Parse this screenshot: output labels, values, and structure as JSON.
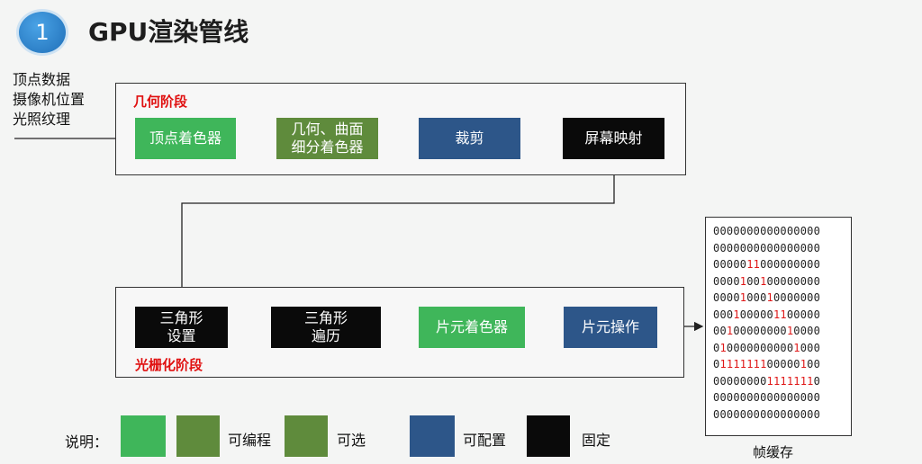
{
  "header": {
    "badge_number": "1",
    "title": "GPU渲染管线"
  },
  "inputs": [
    "顶点数据",
    "摄像机位置",
    "光照纹理"
  ],
  "geometry_stage": {
    "label": "几何阶段",
    "nodes": [
      {
        "label": "顶点着色器",
        "kind": "可编程",
        "color": "#3fb65a"
      },
      {
        "label": "几何、曲面 细分着色器",
        "line1": "几何、曲面",
        "line2": "细分着色器",
        "kind": "可选",
        "color": "#5f8b3c"
      },
      {
        "label": "裁剪",
        "kind": "可配置",
        "color": "#2d5689"
      },
      {
        "label": "屏幕映射",
        "kind": "固定",
        "color": "#0a0a0a"
      }
    ]
  },
  "raster_stage": {
    "label": "光栅化阶段",
    "nodes": [
      {
        "line1": "三角形",
        "line2": "设置",
        "kind": "固定",
        "color": "#0a0a0a"
      },
      {
        "line1": "三角形",
        "line2": "遍历",
        "kind": "固定",
        "color": "#0a0a0a"
      },
      {
        "label": "片元着色器",
        "kind": "可编程",
        "color": "#3fb65a"
      },
      {
        "label": "片元操作",
        "kind": "可配置",
        "color": "#2d5689"
      }
    ]
  },
  "legend": {
    "label": "说明：",
    "items": [
      {
        "text": "可编程",
        "colors": [
          "#3fb65a",
          "#5f8b3c"
        ]
      },
      {
        "text": "可选",
        "colors": [
          "#5f8b3c"
        ]
      },
      {
        "text": "可配置",
        "colors": [
          "#2d5689"
        ]
      },
      {
        "text": "固定",
        "colors": [
          "#0a0a0a"
        ]
      }
    ]
  },
  "framebuffer": {
    "label": "帧缓存",
    "rows": [
      "0000000000000000",
      "0000000000000000",
      "0000011000000000",
      "0000100100000000",
      "0000100010000000",
      "0001000001100000",
      "0010000000010000",
      "0100000000001000",
      "0111111100000100",
      "0000000011111110",
      "0000000000000000",
      "0000000000000000"
    ]
  },
  "colors": {
    "programmable_green": "#3fb65a",
    "optional_olive": "#5f8b3c",
    "configurable_blue": "#2d5689",
    "fixed_black": "#0a0a0a",
    "stage_label_red": "#e01010"
  }
}
